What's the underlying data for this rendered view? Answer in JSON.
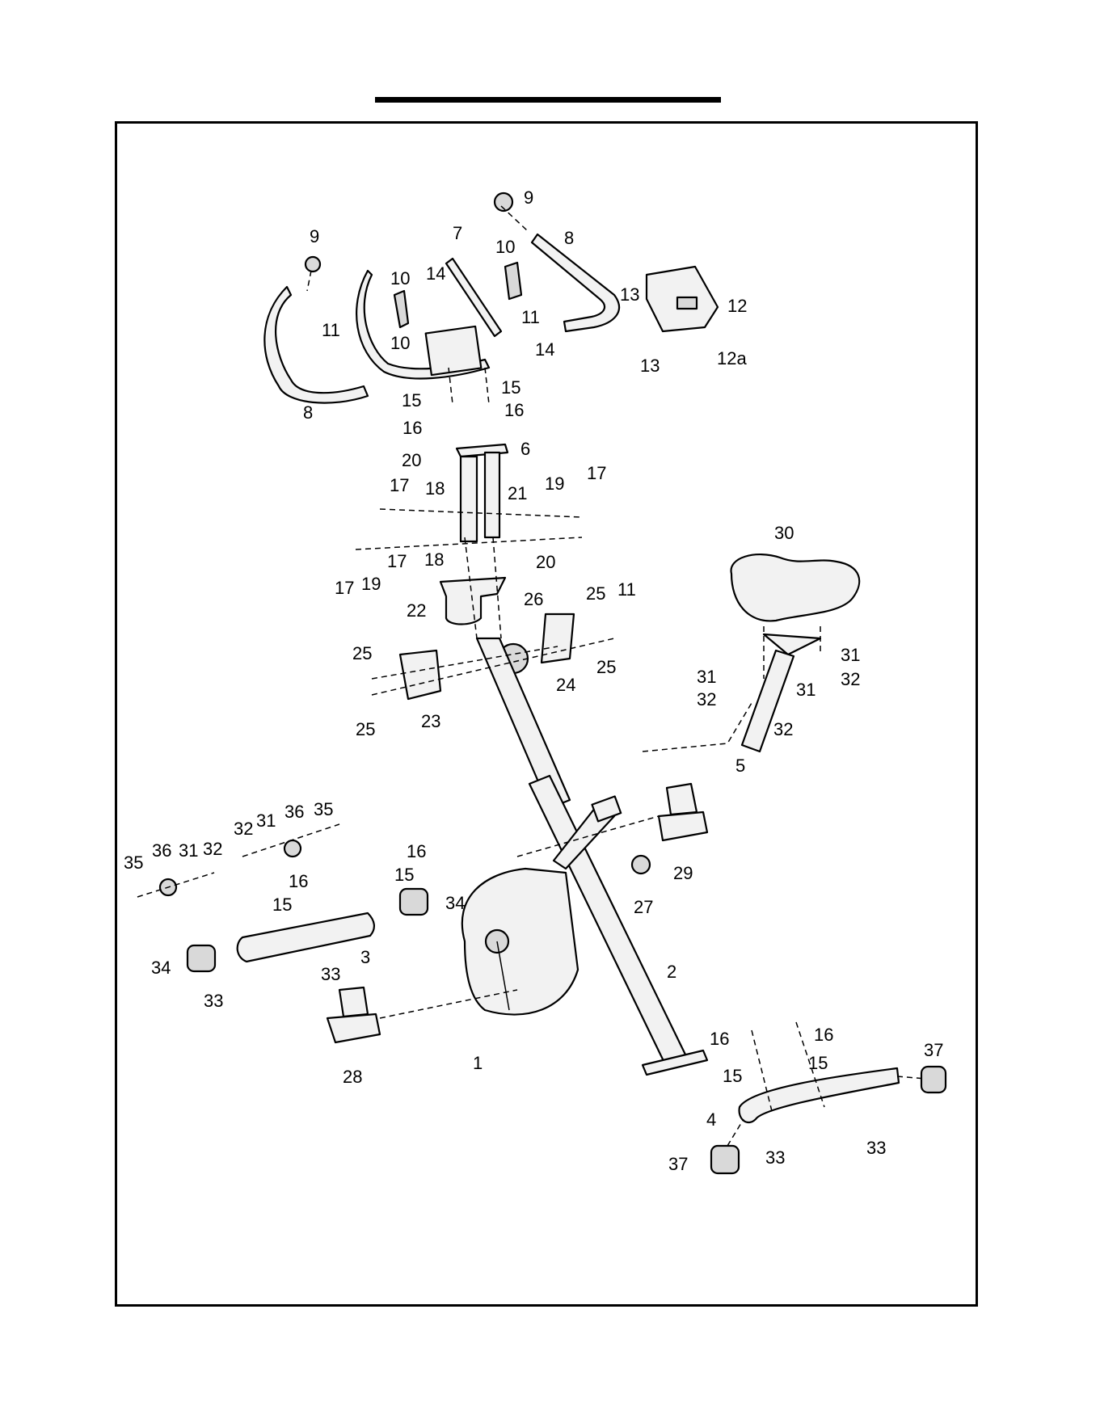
{
  "title_underline": "",
  "callouts": [
    {
      "id": "c9a",
      "text": "9"
    },
    {
      "id": "c9b",
      "text": "9"
    },
    {
      "id": "c7",
      "text": "7"
    },
    {
      "id": "c8a",
      "text": "8"
    },
    {
      "id": "c8b",
      "text": "8"
    },
    {
      "id": "c10a",
      "text": "10"
    },
    {
      "id": "c10b",
      "text": "10"
    },
    {
      "id": "c10c",
      "text": "10"
    },
    {
      "id": "c14a",
      "text": "14"
    },
    {
      "id": "c14b",
      "text": "14"
    },
    {
      "id": "c11a",
      "text": "11"
    },
    {
      "id": "c11b",
      "text": "11"
    },
    {
      "id": "c11c",
      "text": "11"
    },
    {
      "id": "c13a",
      "text": "13"
    },
    {
      "id": "c13b",
      "text": "13"
    },
    {
      "id": "c12",
      "text": "12"
    },
    {
      "id": "c12a",
      "text": "12a"
    },
    {
      "id": "c15a",
      "text": "15"
    },
    {
      "id": "c15b",
      "text": "15"
    },
    {
      "id": "c16a",
      "text": "16"
    },
    {
      "id": "c16b",
      "text": "16"
    },
    {
      "id": "c20a",
      "text": "20"
    },
    {
      "id": "c20b",
      "text": "20"
    },
    {
      "id": "c6",
      "text": "6"
    },
    {
      "id": "c21",
      "text": "21"
    },
    {
      "id": "c17a",
      "text": "17"
    },
    {
      "id": "c17b",
      "text": "17"
    },
    {
      "id": "c17c",
      "text": "17"
    },
    {
      "id": "c17d",
      "text": "17"
    },
    {
      "id": "c18a",
      "text": "18"
    },
    {
      "id": "c18b",
      "text": "18"
    },
    {
      "id": "c19a",
      "text": "19"
    },
    {
      "id": "c19b",
      "text": "19"
    },
    {
      "id": "c30",
      "text": "30"
    },
    {
      "id": "c22",
      "text": "22"
    },
    {
      "id": "c26",
      "text": "26"
    },
    {
      "id": "c25a",
      "text": "25"
    },
    {
      "id": "c25b",
      "text": "25"
    },
    {
      "id": "c25c",
      "text": "25"
    },
    {
      "id": "c25d",
      "text": "25"
    },
    {
      "id": "c24",
      "text": "24"
    },
    {
      "id": "c23",
      "text": "23"
    },
    {
      "id": "c31a",
      "text": "31"
    },
    {
      "id": "c31b",
      "text": "31"
    },
    {
      "id": "c31c",
      "text": "31"
    },
    {
      "id": "c32a",
      "text": "32"
    },
    {
      "id": "c32b",
      "text": "32"
    },
    {
      "id": "c32c",
      "text": "32"
    },
    {
      "id": "c5",
      "text": "5"
    },
    {
      "id": "c35a",
      "text": "35"
    },
    {
      "id": "c35b",
      "text": "35"
    },
    {
      "id": "c36a",
      "text": "36"
    },
    {
      "id": "c36b",
      "text": "36"
    },
    {
      "id": "c31d",
      "text": "31"
    },
    {
      "id": "c31e",
      "text": "31"
    },
    {
      "id": "c32d",
      "text": "32"
    },
    {
      "id": "c32e",
      "text": "32"
    },
    {
      "id": "c16c",
      "text": "16"
    },
    {
      "id": "c16d",
      "text": "16"
    },
    {
      "id": "c15c",
      "text": "15"
    },
    {
      "id": "c15d",
      "text": "15"
    },
    {
      "id": "c34a",
      "text": "34"
    },
    {
      "id": "c34b",
      "text": "34"
    },
    {
      "id": "c3",
      "text": "3"
    },
    {
      "id": "c33a",
      "text": "33"
    },
    {
      "id": "c33b",
      "text": "33"
    },
    {
      "id": "c29",
      "text": "29"
    },
    {
      "id": "c27",
      "text": "27"
    },
    {
      "id": "c2",
      "text": "2"
    },
    {
      "id": "c28",
      "text": "28"
    },
    {
      "id": "c1",
      "text": "1"
    },
    {
      "id": "c16e",
      "text": "16"
    },
    {
      "id": "c16f",
      "text": "16"
    },
    {
      "id": "c15e",
      "text": "15"
    },
    {
      "id": "c15f",
      "text": "15"
    },
    {
      "id": "c37a",
      "text": "37"
    },
    {
      "id": "c37b",
      "text": "37"
    },
    {
      "id": "c4",
      "text": "4"
    },
    {
      "id": "c33c",
      "text": "33"
    },
    {
      "id": "c33d",
      "text": "33"
    }
  ]
}
